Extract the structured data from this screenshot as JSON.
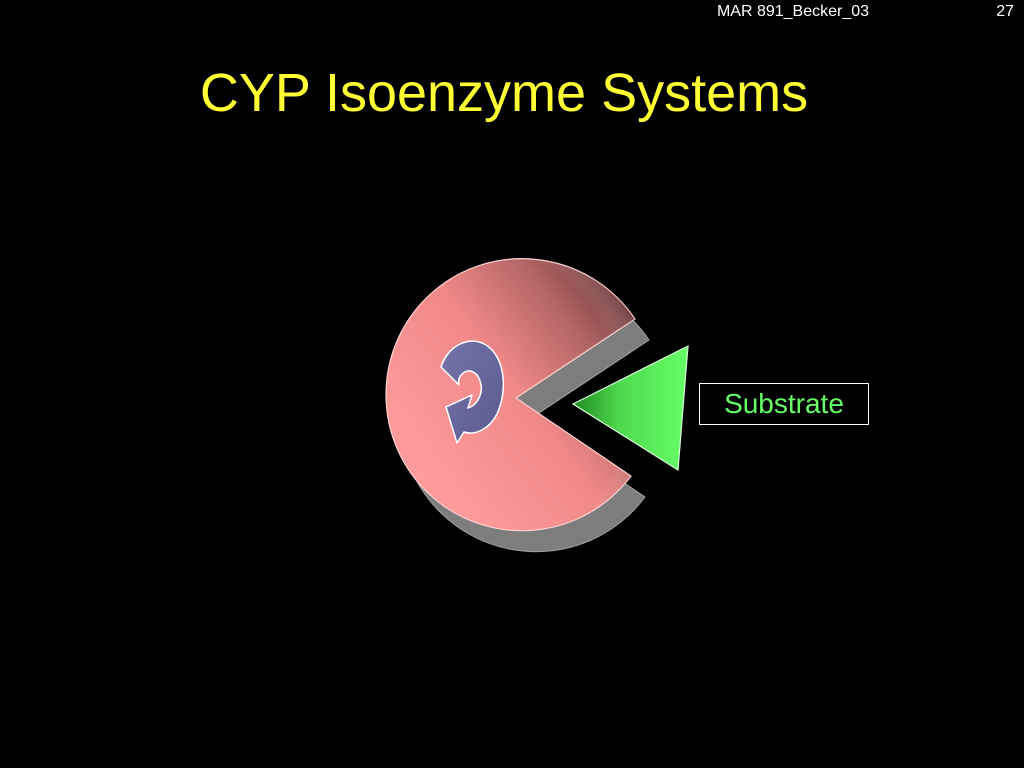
{
  "header": {
    "course": "MAR 891_Becker_03",
    "page_number": "27"
  },
  "title": "CYP Isoenzyme Systems",
  "diagram": {
    "substrate_label": "Substrate",
    "enzyme_icon": "pacman-enzyme-shape",
    "cycle_icon": "circular-arrow-icon",
    "substrate_icon": "triangle-substrate-shape",
    "colors": {
      "background": "#000000",
      "title": "#ffff33",
      "enzyme_light": "#ff9999",
      "enzyme_dark": "#7a4444",
      "enzyme_shadow": "#808080",
      "cycle_arrow": "#66669c",
      "substrate_fill": "#66ff66",
      "substrate_text": "#66ff66",
      "label_border": "#ffffff"
    }
  }
}
